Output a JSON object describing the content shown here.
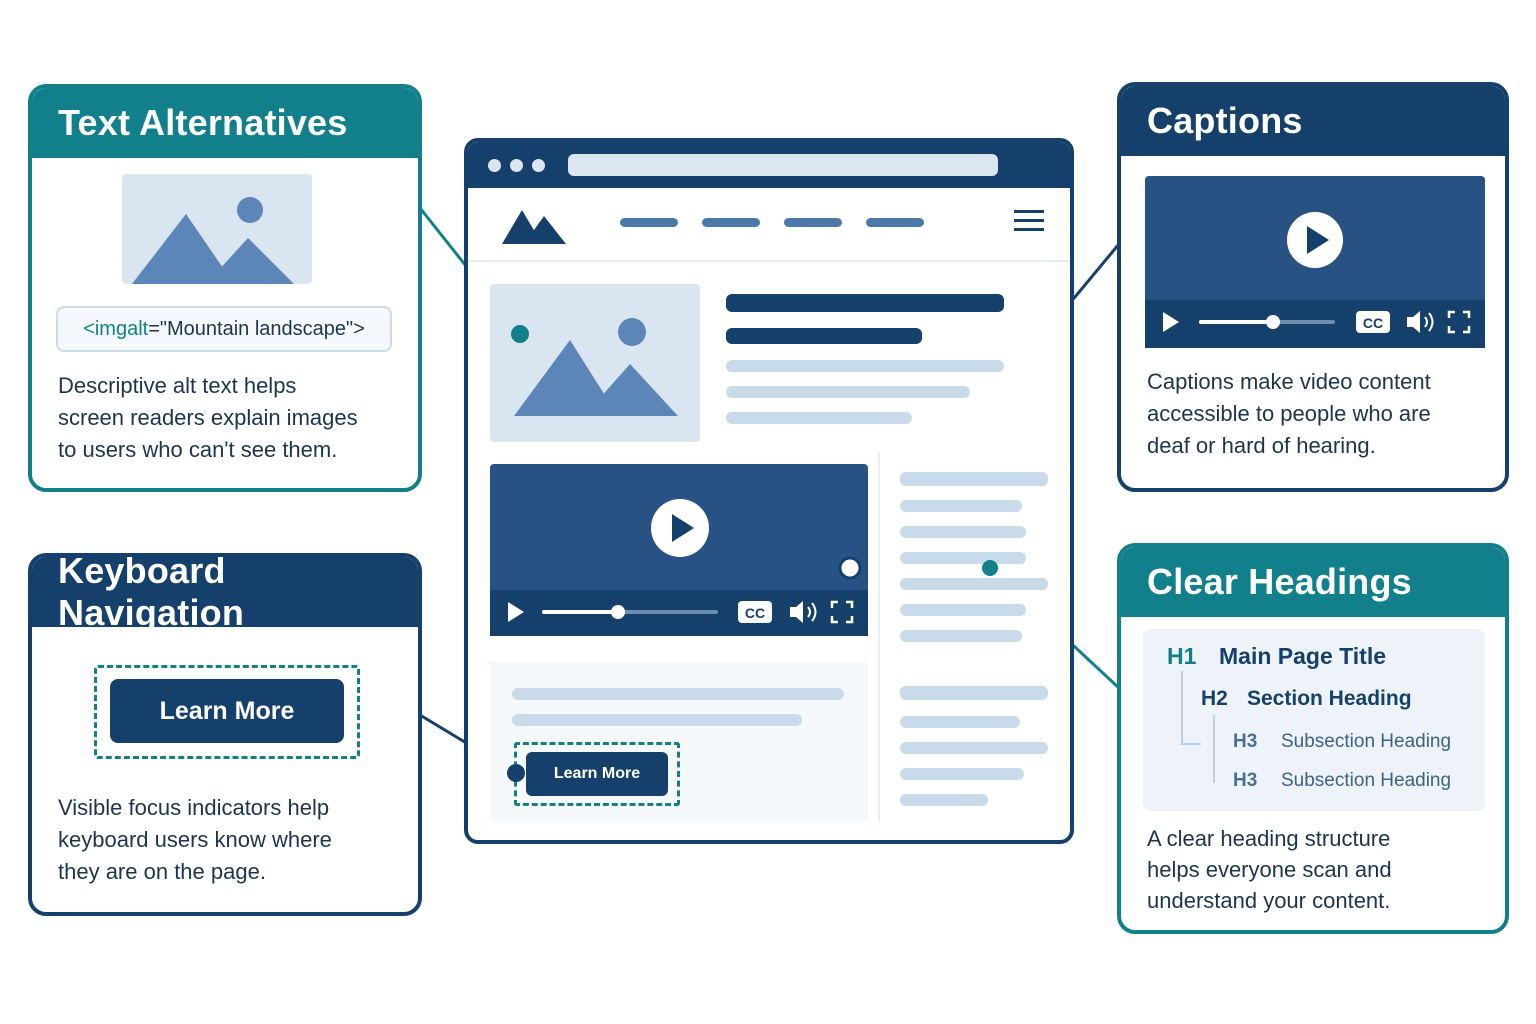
{
  "colors": {
    "teal": "#12808a",
    "navy": "#15406b",
    "mid_blue": "#4a78a8",
    "light_blue": "#c9daea",
    "text": "#1b3550"
  },
  "text_alternatives": {
    "title": "Text Alternatives",
    "code_open": "<img ",
    "code_attr": "alt",
    "code_value": "=\"Mountain landscape\">",
    "description_lines": [
      "Descriptive alt text helps",
      "screen readers explain images",
      "to users who can't see them."
    ],
    "icon": "mountain-image-icon"
  },
  "keyboard_navigation": {
    "title": "Keyboard Navigation",
    "button_label": "Learn More",
    "description_lines": [
      "Visible focus indicators help",
      "keyboard users know where",
      "they are on the page."
    ]
  },
  "captions": {
    "title": "Captions",
    "cc_label": "CC",
    "description_lines": [
      "Captions make video content",
      "accessible to people who are",
      "deaf or hard of hearing."
    ],
    "icons": [
      "play-icon",
      "cc-icon",
      "volume-icon",
      "fullscreen-icon"
    ]
  },
  "clear_headings": {
    "title": "Clear Headings",
    "headings": [
      {
        "tag": "H1",
        "text": "Main Page Title"
      },
      {
        "tag": "H2",
        "text": "Section Heading"
      },
      {
        "tag": "H3",
        "text": "Subsection Heading"
      },
      {
        "tag": "H3",
        "text": "Subsection Heading"
      }
    ],
    "description_lines": [
      "A clear heading structure",
      "helps everyone scan and",
      "understand your content."
    ]
  },
  "browser_mockup": {
    "button_label": "Learn More",
    "cc_label": "CC",
    "icons": [
      "logo-mountain-icon",
      "hamburger-menu-icon",
      "mountain-image-icon",
      "play-icon",
      "cc-icon",
      "volume-icon",
      "fullscreen-icon"
    ]
  }
}
